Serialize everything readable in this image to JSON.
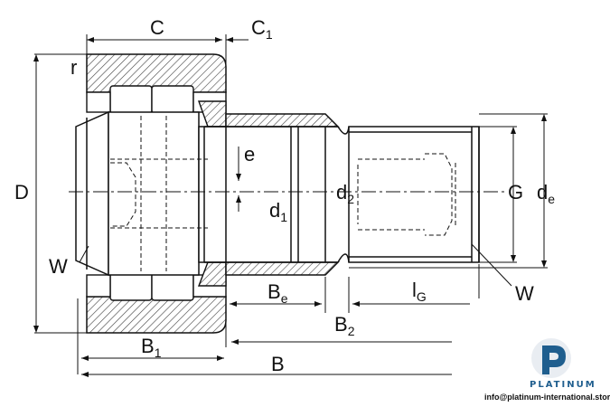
{
  "labels": {
    "C": "C",
    "C1": "C",
    "C1_sub": "1",
    "r": "r",
    "D": "D",
    "e": "e",
    "d2": "d",
    "d2_sub": "2",
    "d1": "d",
    "d1_sub": "1",
    "G": "G",
    "de": "d",
    "de_sub": "e",
    "W_left": "W",
    "W_right": "W",
    "Be": "B",
    "Be_sub": "e",
    "lG": "l",
    "lG_sub": "G",
    "B2": "B",
    "B2_sub": "2",
    "B1": "B",
    "B1_sub": "1",
    "B": "B"
  },
  "logo": {
    "brand": "PLATINUM",
    "email": "info@platinum-international.store",
    "accent": "#1f5e8e"
  }
}
